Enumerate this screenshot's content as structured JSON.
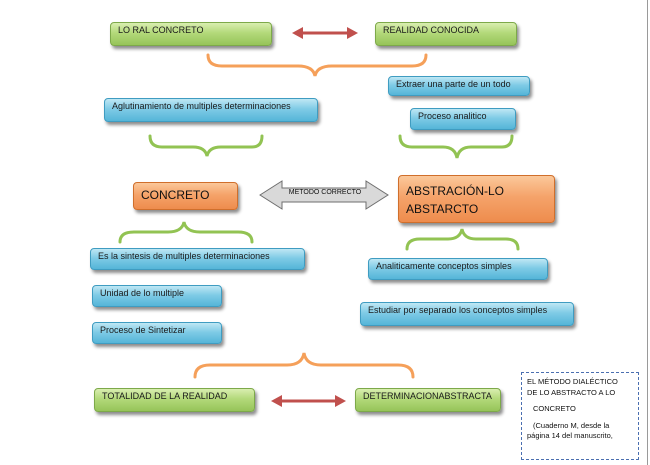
{
  "top_row": {
    "left": "LO RAL CONCRETO",
    "right": "REALIDAD CONOCIDA"
  },
  "right_upper": {
    "item1": "Extraer una parte de un todo",
    "item2": "Proceso analitico"
  },
  "left_upper": {
    "item1": "Aglutinamiento de multiples determinaciones"
  },
  "middle": {
    "concreto": "CONCRETO",
    "arrow_label": "METODO CORRECTO",
    "abstraccion_line1": "ABSTRACIÓN-LO",
    "abstraccion_line2": "ABSTARCTO"
  },
  "left_lower": {
    "item1": "Es la sintesis de multiples determinaciones",
    "item2": "Unidad de lo multiple",
    "item3": "Proceso de Sintetizar"
  },
  "right_lower": {
    "item1": "Analiticamente conceptos simples",
    "item2": "Estudiar por separado los conceptos simples"
  },
  "bottom_row": {
    "left": "TOTALIDAD DE LA REALIDAD",
    "right": "DETERMINACIONABSTRACTA"
  },
  "note": {
    "line1": "EL MÉTODO DIALÉCTICO",
    "line2": "DE LO ABSTRACTO A LO",
    "line3": "CONCRETO",
    "line4": "(Cuaderno M, desde la",
    "line5": "página 14 del manuscrito,"
  },
  "colors": {
    "green_brace": "#92c353",
    "orange_brace": "#f5a05a",
    "red_arrow": "#c0504d",
    "grey_arrow": "#d9d9d9"
  }
}
